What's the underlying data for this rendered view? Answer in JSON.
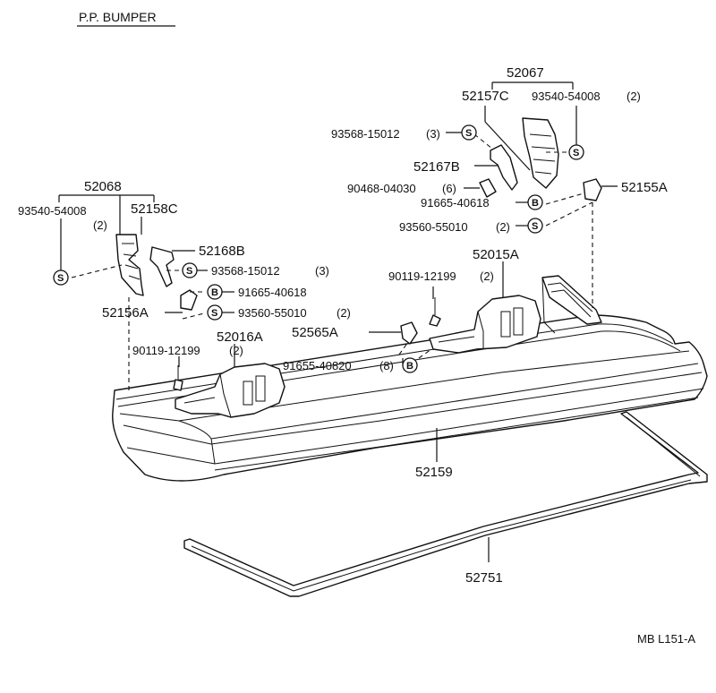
{
  "title": "P.P. BUMPER",
  "code": "MB L151-A",
  "parts": {
    "p52067": "52067",
    "p52157c": "52157C",
    "p93540_r": "93540-54008",
    "p93540_r_qty": "(2)",
    "p93568_r": "93568-15012",
    "p93568_r_qty": "(3)",
    "p52167b": "52167B",
    "p90468": "90468-04030",
    "p90468_qty": "(6)",
    "p52155a": "52155A",
    "p91665_r": "91665-40618",
    "p93560_r": "93560-55010",
    "p93560_r_qty": "(2)",
    "p52068": "52068",
    "p93540_l": "93540-54008",
    "p93540_l_qty": "(2)",
    "p52158c": "52158C",
    "p52168b": "52168B",
    "p93568_l": "93568-15012",
    "p93568_l_qty": "(3)",
    "p91665_l": "91665-40618",
    "p52156a": "52156A",
    "p93560_l": "93560-55010",
    "p93560_l_qty": "(2)",
    "p52015a": "52015A",
    "p90119_r": "90119-12199",
    "p90119_r_qty": "(2)",
    "p52565a": "52565A",
    "p90119_l": "90119-12199",
    "p90119_l_qty": "(2)",
    "p52016a": "52016A",
    "p91655": "91655-40820",
    "p91655_qty": "(8)",
    "p52159": "52159",
    "p52751": "52751"
  },
  "symbols": {
    "s": "S",
    "b": "B"
  }
}
